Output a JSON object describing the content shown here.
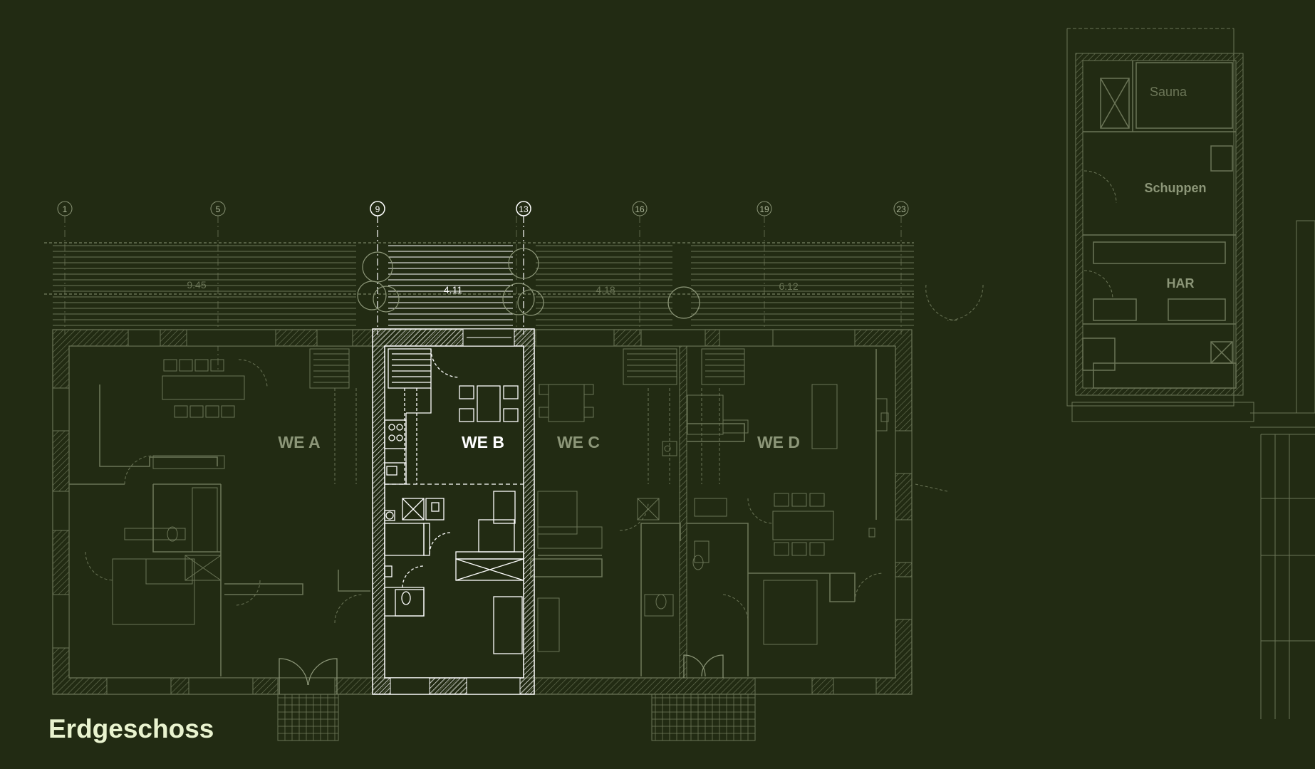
{
  "title": "Erdgeschoss",
  "grid_axes": [
    {
      "label": "1",
      "active": false
    },
    {
      "label": "5",
      "active": false
    },
    {
      "label": "9",
      "active": true
    },
    {
      "label": "13",
      "active": true
    },
    {
      "label": "16",
      "active": false
    },
    {
      "label": "19",
      "active": false
    },
    {
      "label": "23",
      "active": false
    }
  ],
  "terrace_dimensions": [
    {
      "label": "9.45",
      "active": false
    },
    {
      "label": "4.11",
      "active": true
    },
    {
      "label": "4.18",
      "active": false
    },
    {
      "label": "6.12",
      "active": false
    }
  ],
  "units": [
    {
      "label": "WE A",
      "active": false
    },
    {
      "label": "WE B",
      "active": true
    },
    {
      "label": "WE C",
      "active": false
    },
    {
      "label": "WE D",
      "active": false
    }
  ],
  "annex_rooms": {
    "sauna": "Sauna",
    "schuppen": "Schuppen",
    "har": "HAR"
  },
  "colors": {
    "background": "#222b13",
    "line_dim": "#6b7557",
    "line_active": "#ffffff",
    "title": "#e9f3cf"
  }
}
